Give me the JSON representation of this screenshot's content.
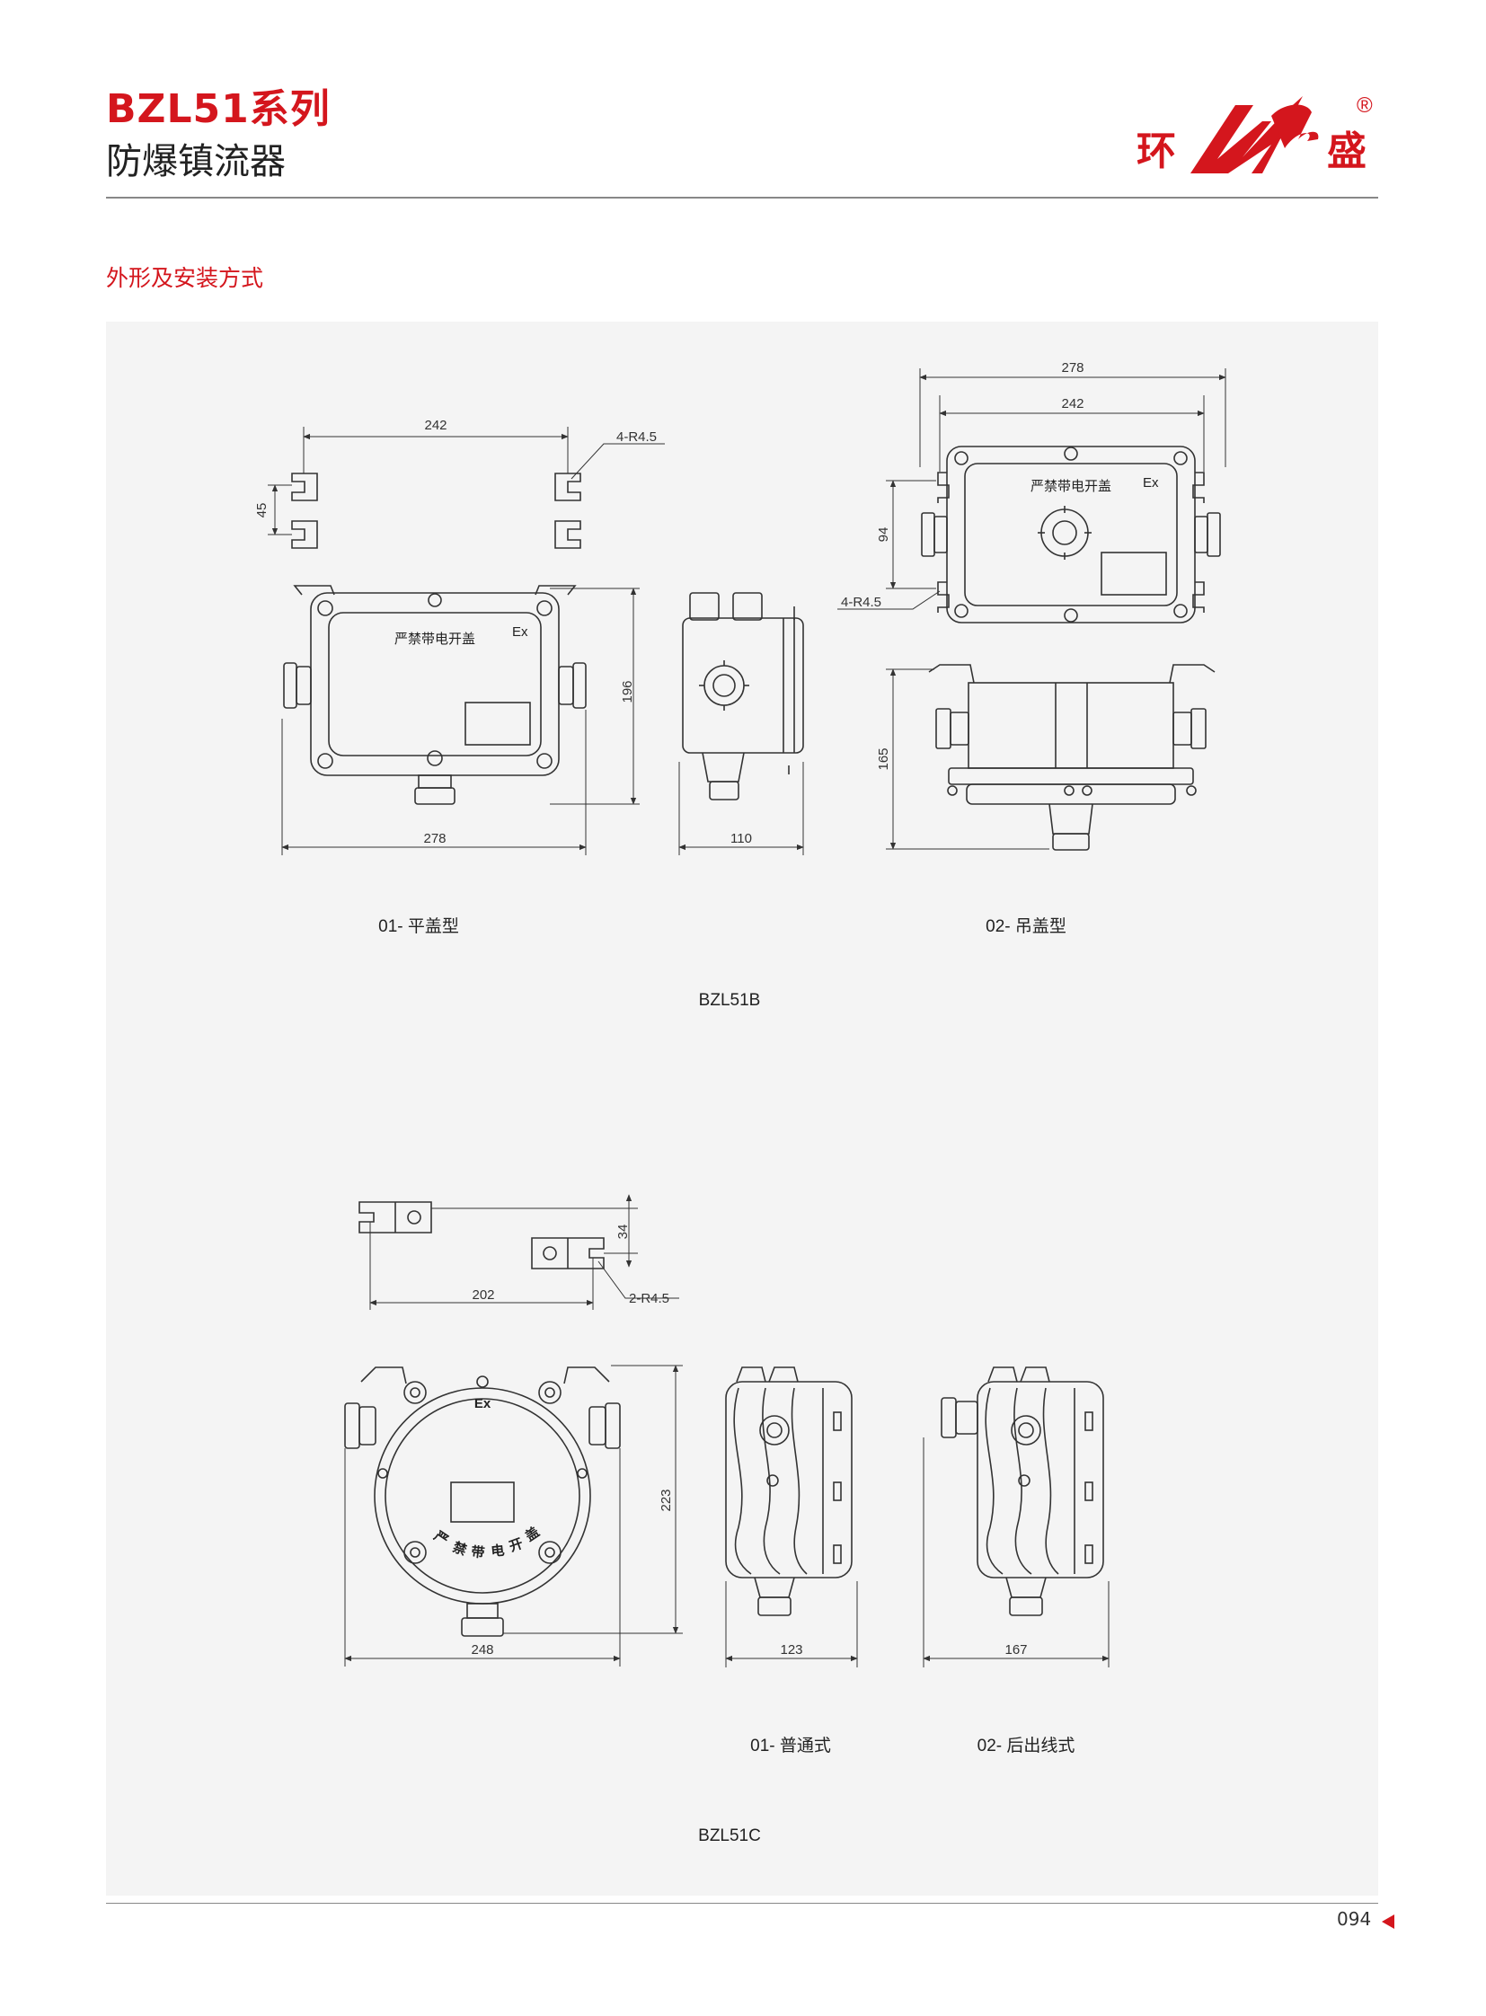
{
  "header": {
    "series": "BZL51系列",
    "product": "防爆镇流器",
    "brand_left": "环",
    "brand_right": "盛",
    "registered": "®",
    "brand_color": "#d4161d"
  },
  "section": {
    "heading": "外形及安装方式"
  },
  "bzl51b": {
    "model": "BZL51B",
    "variant1_caption": "01- 平盖型",
    "variant2_caption": "02- 吊盖型",
    "hole_note_flat": "4-R4.5",
    "hole_note_hang": "4-R4.5",
    "cover_warning": "严禁带电开盖",
    "ex_mark": "Ex",
    "dims": {
      "flat_mount_spacing": "242",
      "flat_mount_height": "45",
      "flat_height": "196",
      "flat_width": "278",
      "side_depth": "110",
      "hang_width": "278",
      "hang_mount_spacing": "242",
      "hang_mount_height": "94",
      "hang_height": "165"
    }
  },
  "bzl51c": {
    "model": "BZL51C",
    "variant1_caption": "01- 普通式",
    "variant2_caption": "02- 后出线式",
    "hole_note": "2-R4.5",
    "cover_warning_chars": [
      "严",
      "禁",
      "带",
      "电",
      "开",
      "盖"
    ],
    "ex_mark": "Ex",
    "dims": {
      "mount_spacing": "202",
      "mount_height": "34",
      "front_height": "223",
      "front_width": "248",
      "side_depth_normal": "123",
      "side_depth_rear": "167"
    }
  },
  "footer": {
    "page_number": "094"
  }
}
